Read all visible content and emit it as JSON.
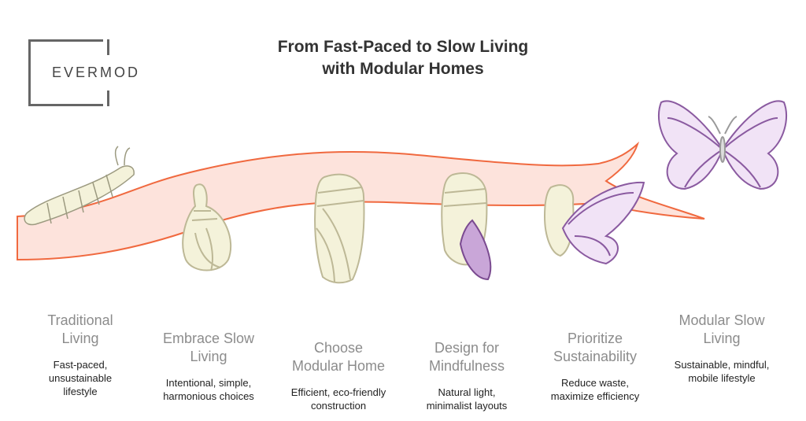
{
  "title": {
    "line1": "From Fast-Paced to Slow Living",
    "line2": "with Modular Homes"
  },
  "logo": {
    "text": "EVERMOD"
  },
  "colors": {
    "branch_fill": "#fde3dc",
    "branch_stroke": "#f0693f",
    "cocoon_fill": "#f4f2da",
    "cocoon_stroke": "#bdb896",
    "wing_fill": "#f1e3f6",
    "wing_stroke": "#8a5aa0"
  },
  "steps": [
    {
      "title1": "Traditional",
      "title2": "Living",
      "desc1": "Fast-paced,",
      "desc2": "unsustainable",
      "desc3": "lifestyle",
      "icon": "caterpillar-icon"
    },
    {
      "title1": "Embrace Slow",
      "title2": "Living",
      "desc1": "Intentional, simple,",
      "desc2": "harmonious choices",
      "icon": "chrysalis-icon"
    },
    {
      "title1": "Choose",
      "title2": "Modular Home",
      "desc1": "Efficient, eco-friendly",
      "desc2": "construction",
      "icon": "cocoon-icon"
    },
    {
      "title1": "Design for",
      "title2": "Mindfulness",
      "desc1": "Natural light,",
      "desc2": "minimalist layouts",
      "icon": "emerging-cocoon-icon"
    },
    {
      "title1": "Prioritize",
      "title2": "Sustainability",
      "desc1": "Reduce waste,",
      "desc2": "maximize efficiency",
      "icon": "emerging-butterfly-icon"
    },
    {
      "title1": "Modular Slow",
      "title2": "Living",
      "desc1": "Sustainable, mindful,",
      "desc2": "mobile lifestyle",
      "icon": "butterfly-icon"
    }
  ]
}
